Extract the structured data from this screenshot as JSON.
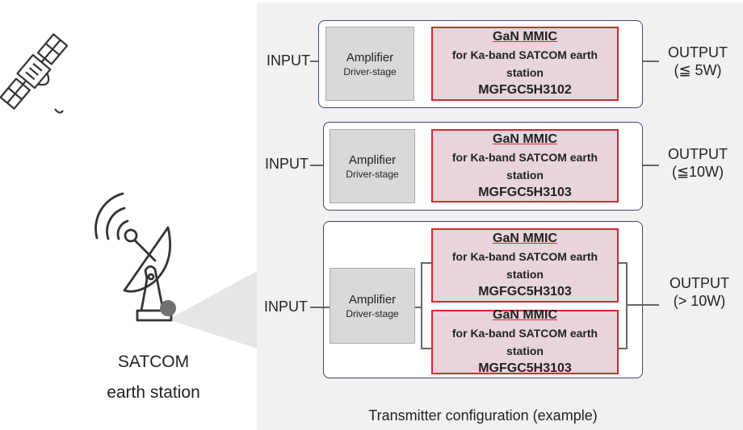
{
  "station": {
    "line1": "SATCOM",
    "line2": "earth station"
  },
  "caption": "Transmitter configuration (example)",
  "configs": [
    {
      "input": "INPUT",
      "amp_title": "Amplifier",
      "amp_sub": "Driver-stage",
      "mmics": [
        {
          "title": "GaN MMIC",
          "desc": "for Ka-band SATCOM earth station",
          "model": "MGFGC5H3102"
        }
      ],
      "output": "OUTPUT",
      "output_power": "(≦ 5W)"
    },
    {
      "input": "INPUT",
      "amp_title": "Amplifier",
      "amp_sub": "Driver-stage",
      "mmics": [
        {
          "title": "GaN MMIC",
          "desc": "for Ka-band SATCOM earth station",
          "model": "MGFGC5H3103"
        }
      ],
      "output": "OUTPUT",
      "output_power": "(≦10W)"
    },
    {
      "input": "INPUT",
      "amp_title": "Amplifier",
      "amp_sub": "Driver-stage",
      "mmics": [
        {
          "title": "GaN MMIC",
          "desc": "for Ka-band SATCOM earth station",
          "model": "MGFGC5H3103"
        },
        {
          "title": "GaN MMIC",
          "desc": "for Ka-band SATCOM earth station",
          "model": "MGFGC5H3103"
        }
      ],
      "output": "OUTPUT",
      "output_power": "(> 10W)"
    }
  ],
  "colors": {
    "mmic_border": "#d9262c",
    "mmic_fill": "#e8d4dc",
    "amp_fill": "#d9d9d9",
    "panel": "#f1f1f1"
  }
}
